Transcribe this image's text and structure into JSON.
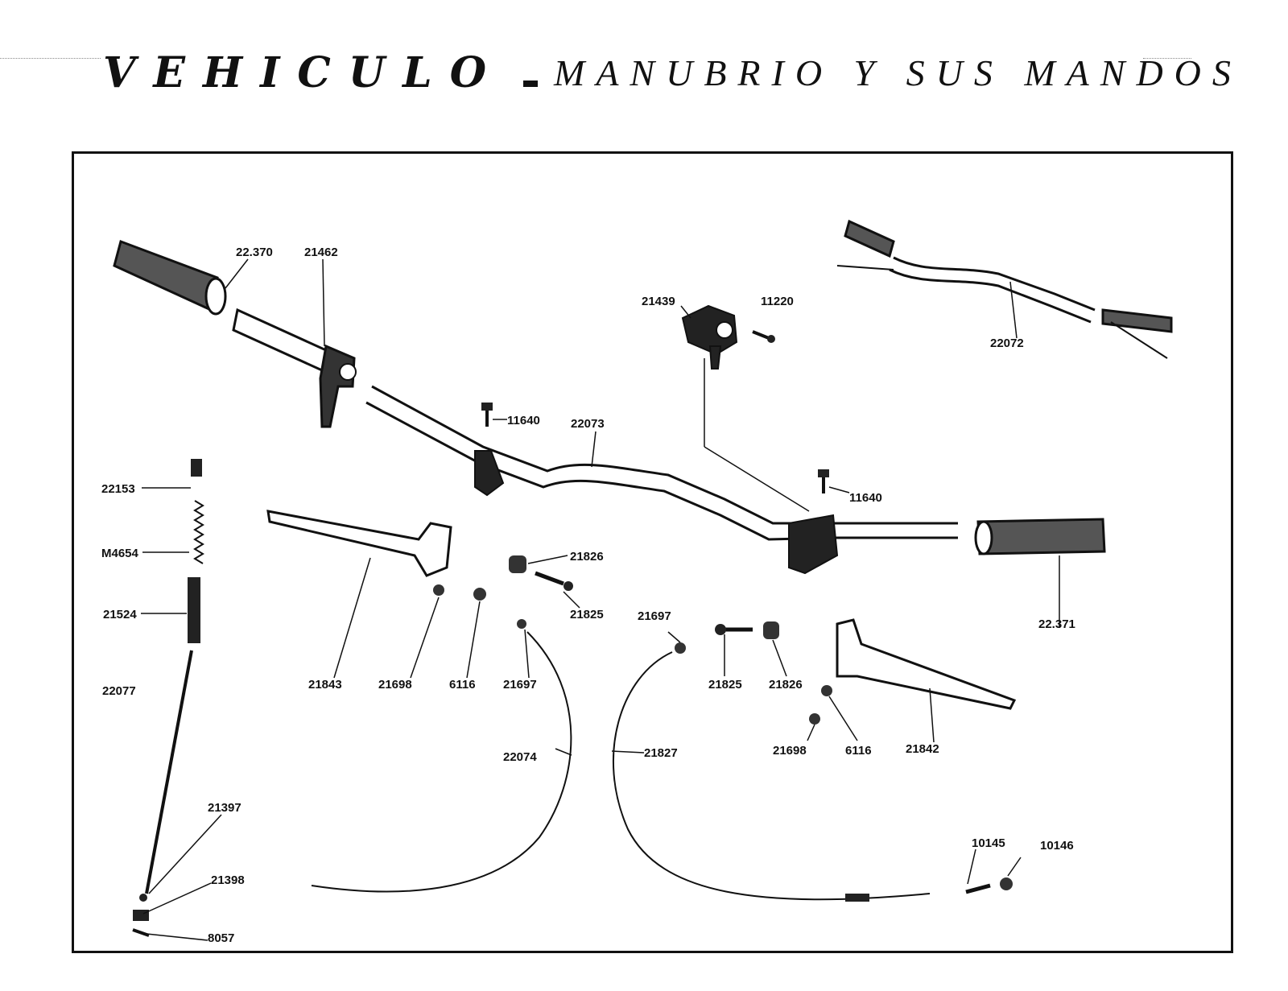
{
  "title": {
    "bold": "VEHICULO",
    "light": "MANUBRIO Y SUS MANDOS"
  },
  "labels": {
    "p22370": "22.370",
    "p21462": "21462",
    "p21439": "21439",
    "p11220": "11220",
    "p22072": "22072",
    "p11640a": "11640",
    "p22073": "22073",
    "p11640b": "11640",
    "p22153": "22153",
    "pM4654": "M4654",
    "p21524": "21524",
    "p22077": "22077",
    "p21826a": "21826",
    "p21825a": "21825",
    "p21843": "21843",
    "p21698a": "21698",
    "p6116a": "6116",
    "p21697a": "21697",
    "p21697b": "21697",
    "p21825b": "21825",
    "p21826b": "21826",
    "p22371": "22.371",
    "p21842": "21842",
    "p21698b": "21698",
    "p6116b": "6116",
    "p22074": "22074",
    "p21827": "21827",
    "p21397": "21397",
    "p21398": "21398",
    "p8057": "8057",
    "p10145": "10145",
    "p10146": "10146"
  }
}
